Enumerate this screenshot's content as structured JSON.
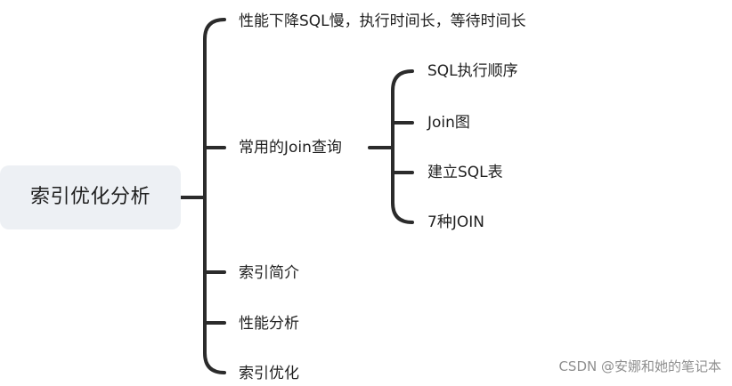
{
  "root": {
    "label": "索引优化分析"
  },
  "branches": [
    {
      "label": "性能下降SQL慢，执行时间长，等待时间长"
    },
    {
      "label": "常用的Join查询",
      "children": [
        {
          "label": "SQL执行顺序"
        },
        {
          "label": "Join图"
        },
        {
          "label": "建立SQL表"
        },
        {
          "label": "7种JOIN"
        }
      ]
    },
    {
      "label": "索引简介"
    },
    {
      "label": "性能分析"
    },
    {
      "label": "索引优化"
    }
  ],
  "watermark": "CSDN @安娜和她的笔记本"
}
